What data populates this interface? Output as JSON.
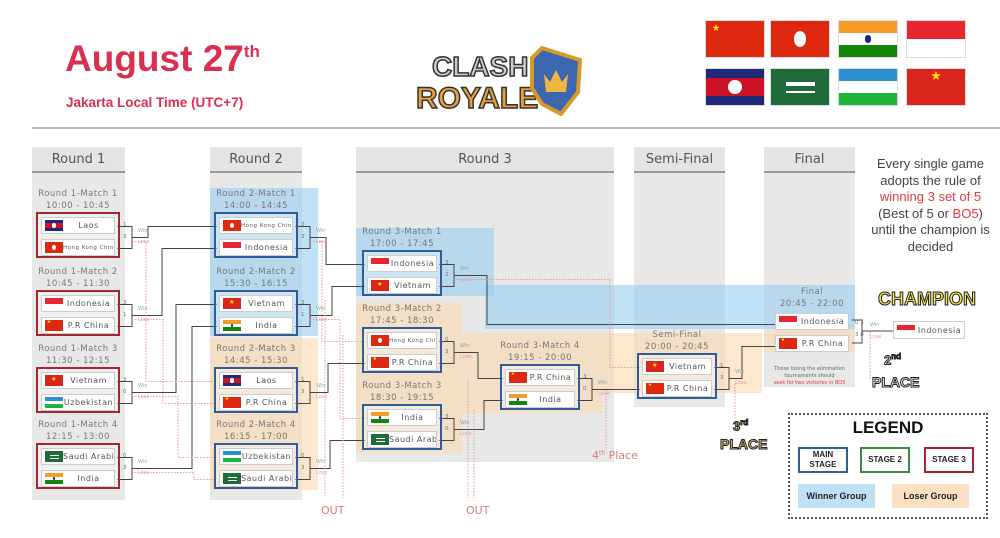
{
  "header": {
    "title": "August 27",
    "title_suffix": "th",
    "subtitle": "Jakarta Local Time (UTC+7)",
    "logo_text": [
      "CLASH",
      "ROYALE"
    ]
  },
  "flags": [
    "china",
    "hong-kong",
    "india",
    "indonesia",
    "laos",
    "saudi-arabia",
    "uzbekistan",
    "vietnam"
  ],
  "columns": [
    {
      "label": "Round 1"
    },
    {
      "label": "Round 2"
    },
    {
      "label": "Round 3"
    },
    {
      "label": "Semi-Final"
    },
    {
      "label": "Final"
    }
  ],
  "matches": [
    {
      "id": "r1m1",
      "label": "Round 1-Match 1",
      "time": "10:00 - 10:45",
      "stage": "stage-3",
      "teams": [
        {
          "name": "Laos",
          "flag": "laos",
          "score": "1"
        },
        {
          "name": "Hong Kong China",
          "flag": "hong-kong",
          "score": "3"
        }
      ]
    },
    {
      "id": "r1m2",
      "label": "Round 1-Match 2",
      "time": "10:45 - 11:30",
      "stage": "stage-3",
      "teams": [
        {
          "name": "Indonesia",
          "flag": "indonesia",
          "score": "3"
        },
        {
          "name": "P.R China",
          "flag": "china",
          "score": "1"
        }
      ]
    },
    {
      "id": "r1m3",
      "label": "Round 1-Match 3",
      "time": "11:30 - 12:15",
      "stage": "stage-3",
      "teams": [
        {
          "name": "Vietnam",
          "flag": "vietnam",
          "score": "3"
        },
        {
          "name": "Uzbekistan",
          "flag": "uzbekistan",
          "score": "0"
        }
      ]
    },
    {
      "id": "r1m4",
      "label": "Round 1-Match 4",
      "time": "12:15 - 13:00",
      "stage": "stage-3",
      "teams": [
        {
          "name": "Saudi Arabia",
          "flag": "saudi-arabia",
          "score": "0"
        },
        {
          "name": "India",
          "flag": "india",
          "score": "3"
        }
      ]
    },
    {
      "id": "r2m1",
      "label": "Round 2-Match 1",
      "time": "14:00 - 14:45",
      "stage": "main-stage",
      "teams": [
        {
          "name": "Hong Kong China",
          "flag": "hong-kong",
          "score": "2"
        },
        {
          "name": "Indonesia",
          "flag": "indonesia",
          "score": "3"
        }
      ]
    },
    {
      "id": "r2m2",
      "label": "Round 2-Match 2",
      "time": "15:30 - 16:15",
      "stage": "main-stage",
      "teams": [
        {
          "name": "Vietnam",
          "flag": "vietnam",
          "score": "3"
        },
        {
          "name": "India",
          "flag": "india",
          "score": "1"
        }
      ]
    },
    {
      "id": "r2m3",
      "label": "Round 2-Match 3",
      "time": "14:45 - 15:30",
      "stage": "main-stage",
      "teams": [
        {
          "name": "Laos",
          "flag": "laos",
          "score": "1"
        },
        {
          "name": "P.R China",
          "flag": "china",
          "score": "3"
        }
      ]
    },
    {
      "id": "r2m4",
      "label": "Round 2-Match 4",
      "time": "16:15 - 17:00",
      "stage": "main-stage",
      "teams": [
        {
          "name": "Uzbekistan",
          "flag": "uzbekistan",
          "score": "0"
        },
        {
          "name": "Saudi Arabia",
          "flag": "saudi-arabia",
          "score": "3"
        }
      ]
    },
    {
      "id": "r3m1",
      "label": "Round 3-Match 1",
      "time": "17:00 - 17:45",
      "stage": "main-stage",
      "teams": [
        {
          "name": "Indonesia",
          "flag": "indonesia",
          "score": "3"
        },
        {
          "name": "Vietnam",
          "flag": "vietnam",
          "score": "2"
        }
      ]
    },
    {
      "id": "r3m2",
      "label": "Round 3-Match 2",
      "time": "17:45 - 18:30",
      "stage": "main-stage",
      "teams": [
        {
          "name": "Hong Kong China",
          "flag": "hong-kong",
          "score": "0"
        },
        {
          "name": "P.R China",
          "flag": "china",
          "score": "3"
        }
      ]
    },
    {
      "id": "r3m3",
      "label": "Round 3-Match 3",
      "time": "18:30 - 19:15",
      "stage": "main-stage",
      "teams": [
        {
          "name": "India",
          "flag": "india",
          "score": "3"
        },
        {
          "name": "Saudi Arabia",
          "flag": "saudi-arabia",
          "score": "0"
        }
      ]
    },
    {
      "id": "r3m4",
      "label": "Round 3-Match 4",
      "time": "19:15 - 20:00",
      "stage": "main-stage",
      "teams": [
        {
          "name": "P.R China",
          "flag": "china",
          "score": "3"
        },
        {
          "name": "India",
          "flag": "india",
          "score": "0"
        }
      ]
    },
    {
      "id": "semi",
      "label": "Semi-Final",
      "time": "20:00 - 20:45",
      "stage": "main-stage",
      "teams": [
        {
          "name": "Vietnam",
          "flag": "vietnam",
          "score": "1"
        },
        {
          "name": "P.R China",
          "flag": "china",
          "score": "3"
        }
      ]
    },
    {
      "id": "final",
      "label": "Final",
      "time": "20:45 - 22:00",
      "stage": "none",
      "teams": [
        {
          "name": "Indonesia",
          "flag": "indonesia",
          "score": "0 3"
        },
        {
          "name": "P.R China",
          "flag": "china",
          "score": "3 0"
        }
      ]
    }
  ],
  "labels": {
    "win": "Win",
    "lose": "Lose",
    "out": "OUT",
    "fourth_place": "4",
    "fourth_suffix": "th",
    "fourth_word": "Place",
    "third": "3",
    "third_suffix": "rd",
    "place": "PLACE",
    "second": "2",
    "second_suffix": "nd",
    "champion": "CHAMPION"
  },
  "champion": {
    "name": "Indonesia",
    "flag": "indonesia"
  },
  "final_note": {
    "line1": "Those losing the elimination",
    "line2": "tournaments should",
    "line3": "seek for two victories in BO5"
  },
  "rule": {
    "pre": "Every single game adopts the rule of",
    "highlight": "winning 3 set of 5",
    "post1": "(Best of 5 or",
    "bo5": "BO5",
    ")": ")",
    "post2": "until the champion is decided"
  },
  "legend": {
    "title": "LEGEND",
    "main_stage": "MAIN STAGE",
    "stage2": "STAGE 2",
    "stage3": "STAGE 3",
    "winner_group": "Winner Group",
    "loser_group": "Loser Group"
  },
  "colors": {
    "accent": "#d9304f",
    "main_stage": "#2f5d9a",
    "stage2": "#3a8a45",
    "stage3": "#a6262e",
    "winner_group": "#bfe0f5",
    "loser_group": "#fbe0c4",
    "champion": "#f3e24a"
  }
}
